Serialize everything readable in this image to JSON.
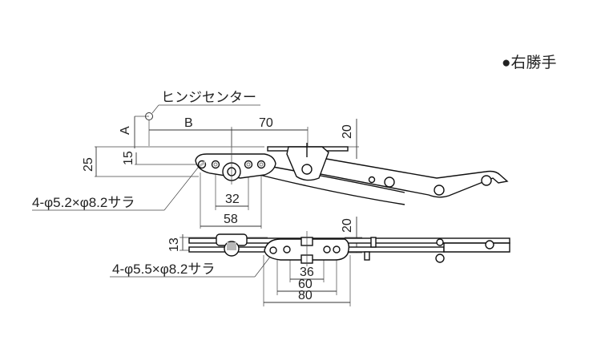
{
  "handedness_label": "●右勝手",
  "hinge_center_label": "ヒンジセンター",
  "top_view": {
    "dim_A": "A",
    "dim_B": "B",
    "dim_70": "70",
    "dim_20": "20",
    "dim_25": "25",
    "dim_15": "15",
    "dim_32": "32",
    "dim_58": "58",
    "hole_note": "4-φ5.2×φ8.2サラ"
  },
  "side_view": {
    "dim_20": "20",
    "dim_13": "13",
    "dim_36": "36",
    "dim_60": "60",
    "dim_80": "80",
    "hole_note": "4-φ5.5×φ8.2サラ"
  }
}
